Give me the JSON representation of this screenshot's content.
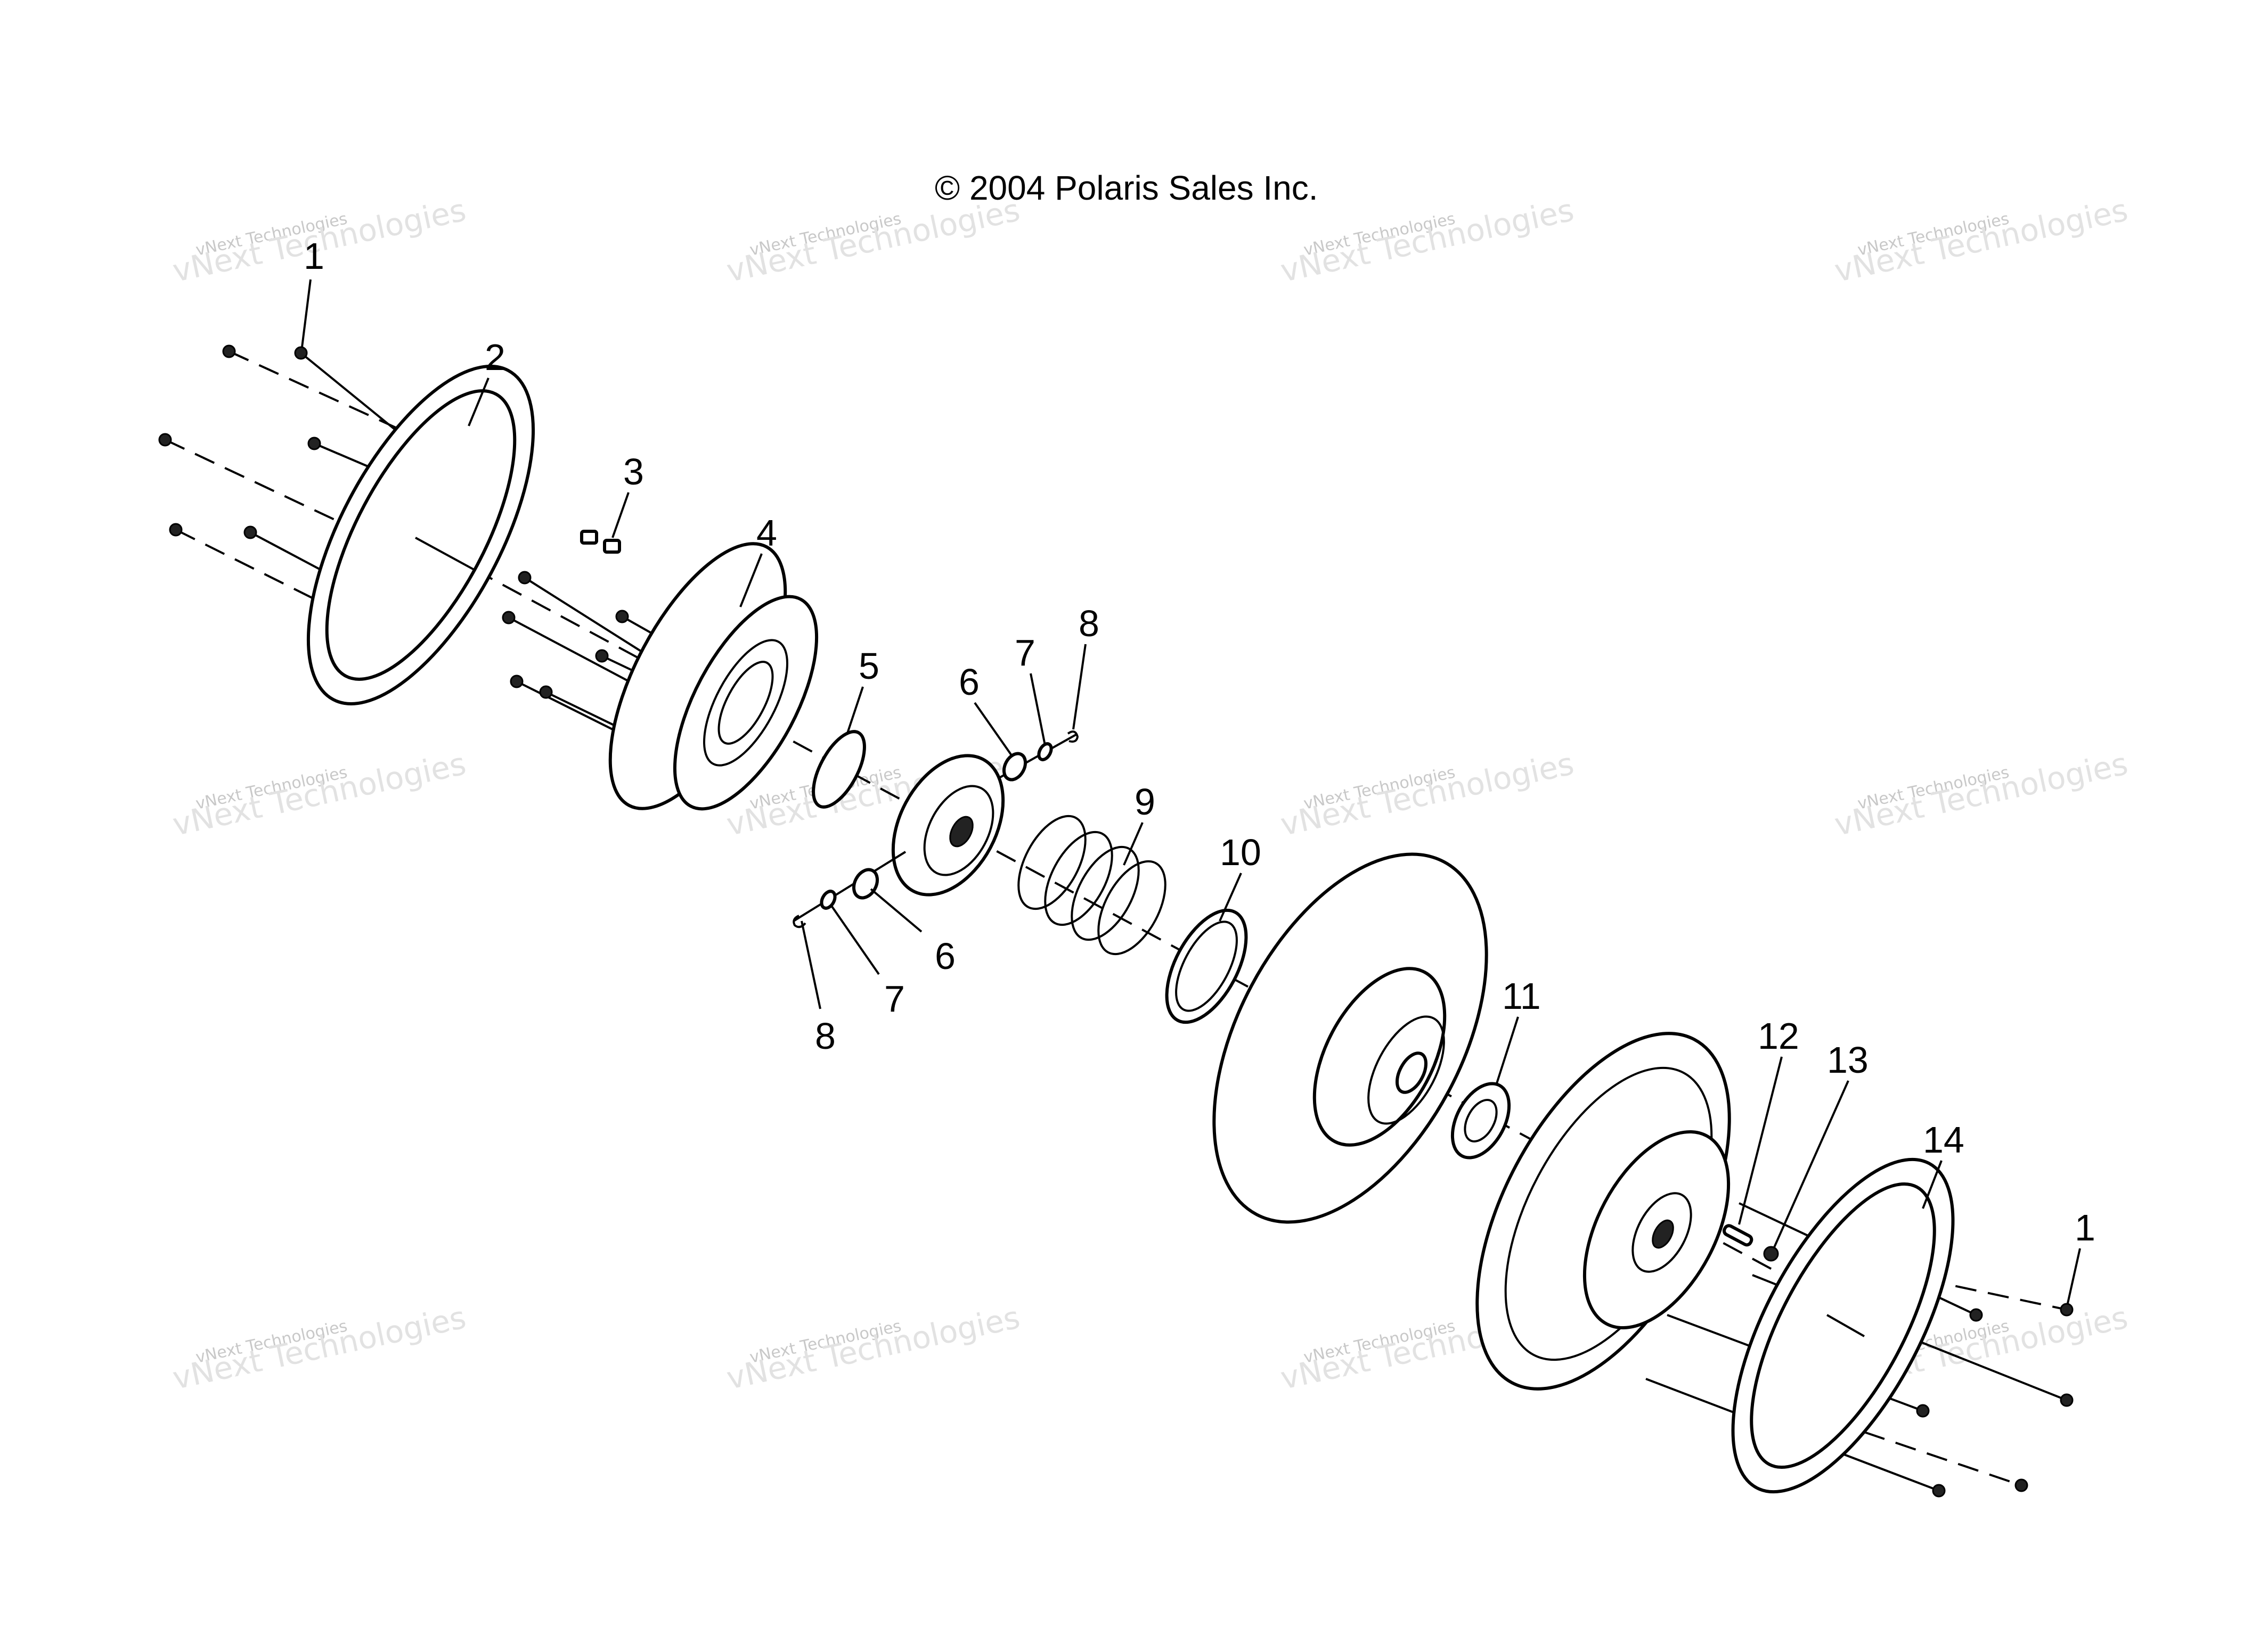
{
  "copyright": "© 2004 Polaris Sales Inc.",
  "watermark": {
    "line1": "vNext Technologies",
    "line2": "vNext Technologies"
  },
  "callouts": [
    "1",
    "2",
    "3",
    "4",
    "5",
    "6",
    "7",
    "8",
    "6",
    "7",
    "8",
    "9",
    "10",
    "11",
    "12",
    "13",
    "14",
    "1"
  ],
  "colors": {
    "line": "#000000",
    "background": "#ffffff",
    "watermark": "#d0d0d0"
  }
}
